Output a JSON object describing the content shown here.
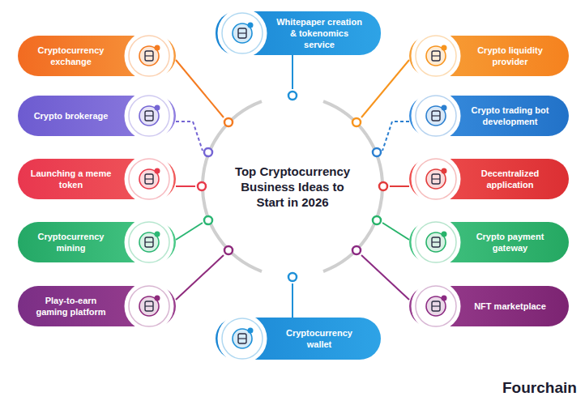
{
  "diagram": {
    "title": "Top Cryptocurrency Business Ideas to Start in 2026",
    "nodes": [
      {
        "text": [
          "Whitepaper creation & tokenomics service"
        ]
      },
      {
        "text": [
          "Cryptocurrency exchange"
        ]
      },
      {
        "text": [
          "Crypto brokerage"
        ]
      },
      {
        "text": [
          "Launching a meme token"
        ]
      },
      {
        "text": [
          "Cryptocurrency mining"
        ]
      },
      {
        "text": [
          "Play-to-earn gaming platform"
        ]
      },
      {
        "text": [
          "Crypto liquidity provider"
        ]
      },
      {
        "text": [
          "Crypto trading bot development"
        ]
      },
      {
        "text": [
          "Decentralized application"
        ]
      },
      {
        "text": [
          "Crypto payment gateway"
        ]
      },
      {
        "text": [
          "NFT marketplace"
        ]
      },
      {
        "text": [
          "Cryptocurrency wallet"
        ]
      }
    ],
    "labels": [
      "Fourchain"
    ]
  }
}
